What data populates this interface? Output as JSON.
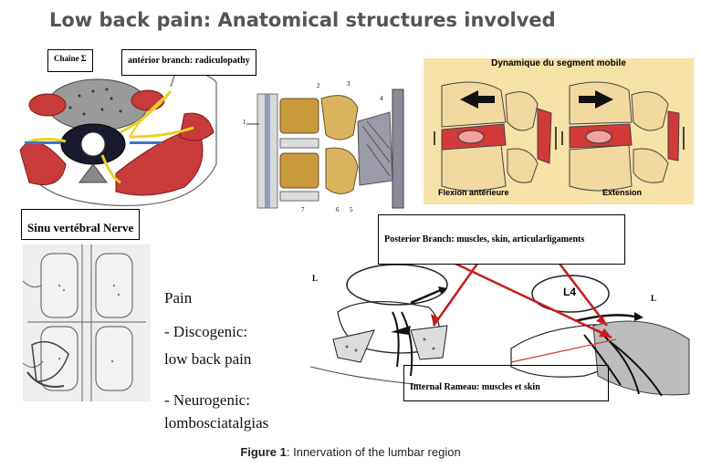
{
  "title": "Low back pain: Anatomical structures involved",
  "labels": {
    "chaine": "Chaîne Σ",
    "anterior_branch": "antérior branch: radiculopathy",
    "dynamique": "Dynamique du segment mobile",
    "flexion": "Flexion antérieure",
    "extension": "Extension",
    "sinu_nerve": "Sinu vertébral Nerve",
    "posterior_branch": "Posterior Branch: muscles, skin, articularligaments",
    "internal_rameau": "Internal Rameau: muscles et skin",
    "l4": "L4",
    "l_left": "L",
    "l_right": "L",
    "num_1": "1",
    "num_2": "2",
    "num_3": "3",
    "num_4": "4",
    "num_5": "5",
    "num_6": "6",
    "num_7": "7"
  },
  "pain": {
    "heading": "Pain",
    "discogenic_1": "- Discogenic:",
    "discogenic_2": "low back pain",
    "neurogenic_1": "- Neurogenic:",
    "neurogenic_2": "lombosciatalgias"
  },
  "caption": {
    "figure": "Figure 1",
    "text": ": Innervation of the lumbar region"
  }
}
